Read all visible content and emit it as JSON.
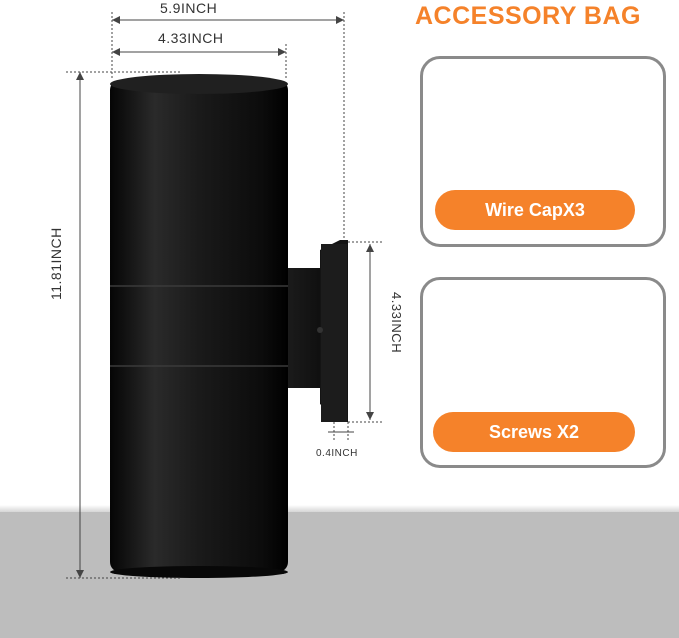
{
  "dimensions": {
    "total_width": "5.9INCH",
    "body_width": "4.33INCH",
    "height": "11.81INCH",
    "mount_height": "4.33INCH",
    "mount_depth": "0.4INCH"
  },
  "accessory": {
    "title": "ACCESSORY BAG",
    "wire_cap_label": "Wire CapX3",
    "screws_label": "Screws X2"
  },
  "colors": {
    "accent": "#f5822a",
    "fixture": "#161616",
    "wire_cap": "#e8884a",
    "floor": "#bdbdbd"
  }
}
